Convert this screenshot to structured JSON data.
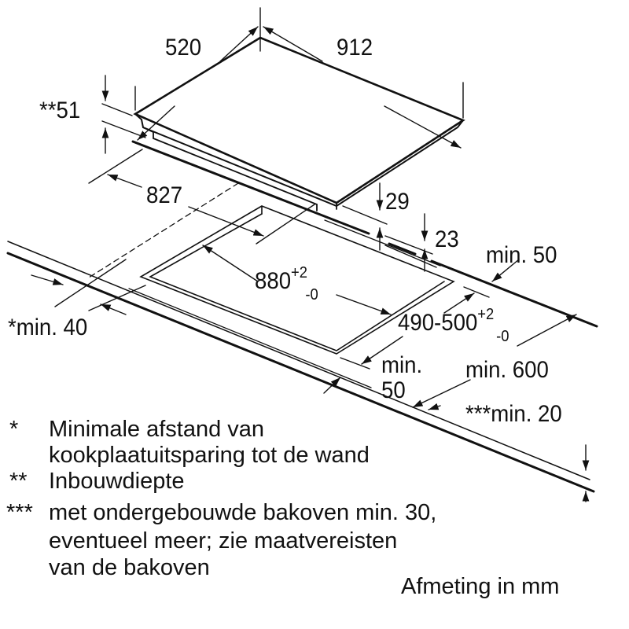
{
  "dimensions": {
    "depth": "520",
    "width": "912",
    "install_depth": "**51",
    "inner_width": "827",
    "d29": "29",
    "d23": "23",
    "cutout_width": "880",
    "cutout_width_tol_plus": "+2",
    "cutout_width_tol_minus": "-0",
    "cutout_depth": "490-500",
    "cutout_depth_tol_plus": "+2",
    "cutout_depth_tol_minus": "-0",
    "min50_back": "min. 50",
    "min40_side": "*min. 40",
    "min50_front_a": "min.",
    "min50_front_b": "50",
    "min600": "min. 600",
    "min20": "***min. 20"
  },
  "notes": [
    {
      "mark": "*",
      "lines": [
        "Minimale afstand van",
        "kookplaatuitsparing tot de wand"
      ]
    },
    {
      "mark": "**",
      "lines": [
        "Inbouwdiepte"
      ]
    },
    {
      "mark": "***",
      "lines": [
        "met ondergebouwde bakoven min. 30,",
        "eventueel meer; zie maatvereisten",
        "van de bakoven"
      ]
    }
  ],
  "unit_note": "Afmeting in mm"
}
